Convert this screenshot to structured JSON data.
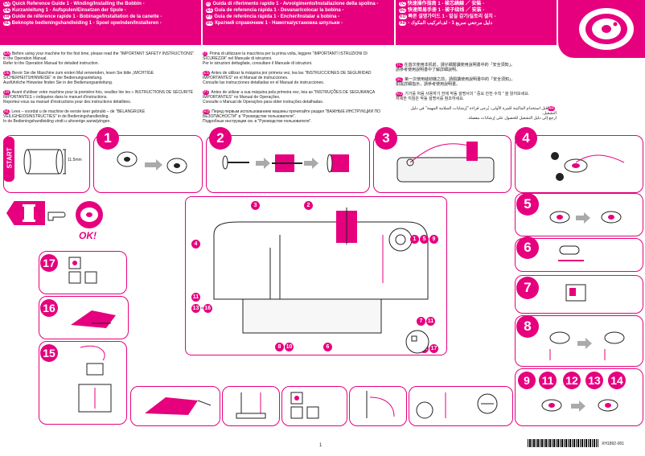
{
  "header": {
    "left_rows": [
      {
        "lang": "EN",
        "text": "Quick Reference Guide 1 - Winding/Installing the Bobbin -"
      },
      {
        "lang": "DE",
        "text": "Kurzanleitung 1 - Aufspulen/Einsetzen der Spule -"
      },
      {
        "lang": "FR",
        "text": "Guide de référence rapide 1 - Bobinage/Installation de la canette -"
      },
      {
        "lang": "NL",
        "text": "Beknopte bedieningshandleiding 1 - Spoel opwinden/Installeren -"
      }
    ],
    "mid_rows": [
      {
        "lang": "IT",
        "text": "Guida di riferimento rapido 1 - Avvolgimento/Installazione della spolina -"
      },
      {
        "lang": "ES",
        "text": "Guía de referencia rápida 1 - Devanar/colocar la bobina -"
      },
      {
        "lang": "PT",
        "text": "Guia de referência rápida 1 - Encher/Instalar a bobina -"
      },
      {
        "lang": "RU",
        "text": "Краткий справочник 1 - Намотка/установка шпульки -"
      }
    ],
    "right_rows": [
      {
        "lang": "TC",
        "text": "快速操作指南 1 - 梭芯繞線 ／ 安裝 -"
      },
      {
        "lang": "SC",
        "text": "快速简易手册 1 - 梭子绕线 ／ 安装 -"
      },
      {
        "lang": "KO",
        "text": "빠른 설명가이드 1 - 밑실 감기/실토리 설치 -"
      },
      {
        "lang": "AR",
        "text": "- دليل مرجعي سريع 1 - لف/تركيب المكوك"
      }
    ]
  },
  "intro": {
    "col1": [
      {
        "lang": "EN",
        "text": "Before using your machine for the first time, please read the \"IMPORTANT SAFETY INSTRUCTIONS\" in the Operation Manual.\nRefer to the Operation Manual for detailed instruction."
      },
      {
        "lang": "DE",
        "text": "Bevor Sie die Maschine zum ersten Mal verwenden, lesen Sie bitte „WICHTIGE SICHERHEITSHINWEISE\" in der Bedienungsanleitung.\nAusführliche Hinweise finden Sie in der Bedienungsanleitung."
      },
      {
        "lang": "FR",
        "text": "Avant d'utiliser votre machine pour la première fois, veuillez lire les « INSTRUCTIONS DE SÉCURITÉ IMPORTANTES » indiquées dans le manuel d'instructions.\nReportez-vous au manuel d'instructions pour des instructions détaillées."
      },
      {
        "lang": "NL",
        "text": "Lees – voordat u de machine de eerste keer gebruikt – de \"BELANGRIJKE VEILIGHEIDSINSTRUCTIES\" in de Bedieningshandleiding.\nIn de Bedieningshandleiding vindt u uitvoerige aanwijzingen."
      }
    ],
    "col2": [
      {
        "lang": "IT",
        "text": "Prima di utilizzare la macchina per la prima volta, leggere \"IMPORTANTI ISTRUZIONI DI SICUREZZA\" nel Manuale di istruzioni.\nPer le istruzioni dettagliate, consultare il Manuale di istruzioni."
      },
      {
        "lang": "ES",
        "text": "Antes de utilizar la máquina por primera vez, lea las \"INSTRUCCIONES DE SEGURIDAD IMPORTANTES\" en el Manual de instrucciones.\nConsulte las instrucciones detalladas en el Manual de instrucciones."
      },
      {
        "lang": "PT",
        "text": "Antes de utilizar a sua máquina pela primeira vez, leia as \"INSTRUÇÕES DE SEGURANÇA IMPORTANTES\" no Manual de Operações.\nConsulte o Manual de Operações para obter instruções detalhadas."
      },
      {
        "lang": "RU",
        "text": "Перед первым использованием машины прочитайте раздел \"ВАЖНЫЕ ИНСТРУКЦИИ ПО БЕЗОПАСНОСТИ\" в \"Руководстве пользователя\".\nПодробные инструкции см. в \"Руководстве пользователя\"."
      }
    ],
    "col3": [
      {
        "lang": "TC",
        "text": "在首次使用本机前，請仔細閱讀使用說明書中的「安全須知」。\n請參考使用說明書中了解詳細說明。"
      },
      {
        "lang": "SC",
        "text": "第一次使用縫紉機之前，請閱讀使用說明書中的「安全須知」。\n如需詳細指示，請參考使用說明書。"
      },
      {
        "lang": "KO",
        "text": "기기를 처음 사용하기 전에 작동 설명서의 \" 중요 안전 수칙 \" 을 읽어보세요.\n자세한 지침은 작동 설명서를 참조하세요."
      },
      {
        "lang": "AR",
        "text": "قبل استخدام الماكينة للمرة الأولى، يُرجى قراءة \"إرشادات السلامة المهمة\" في دليل التشغيل.\nارجع إلى دليل التشغيل للحصول على إرشادات مفصلة."
      }
    ]
  },
  "start": {
    "label": "START",
    "dimension": "11.5mm"
  },
  "ok_label": "OK!",
  "steps_top": [
    "1",
    "2",
    "3",
    "4"
  ],
  "steps_right": [
    "5",
    "6",
    "7",
    "8"
  ],
  "steps_left": [
    "17",
    "16",
    "15"
  ],
  "steps_bottom_right": [
    "9",
    "11",
    "12",
    "13",
    "14"
  ],
  "callouts": {
    "c3": "3",
    "c2": "2",
    "c4": "4",
    "c159": [
      "1",
      "5",
      "9"
    ],
    "c11": "11",
    "c1316": [
      "13",
      "16"
    ],
    "c711": [
      "7",
      "11"
    ],
    "c810": [
      "8",
      "10"
    ],
    "c6": "6",
    "c1217": [
      "12",
      "17"
    ]
  },
  "footer": {
    "page": "1",
    "code": "XH1892-001"
  }
}
